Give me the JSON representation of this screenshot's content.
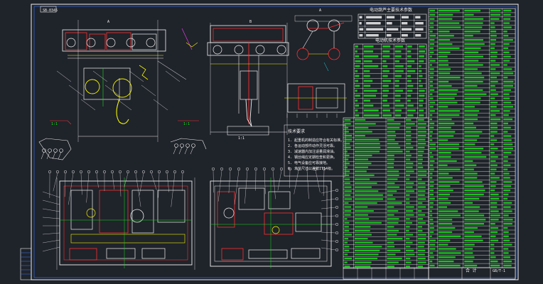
{
  "drawing": {
    "stamp": "SB-0345",
    "view_top_label": "A",
    "view_side_label": "B",
    "scale_1": "1:1",
    "scale_2": "1:1",
    "side_scale": "1:1",
    "detail_label": "A",
    "title_block": "GB/T-1",
    "notes_title": "技术要求",
    "notes": [
      "1. 起重机的制造应符合有关标准。",
      "2. 各运动部件动作灵活可靠。",
      "3. 减速器内加注适量润滑油。",
      "4. 钢丝绳应定期检查和更换。",
      "5. 电气设备应可靠接地。",
      "6. 未注尺寸公差按IT14级。"
    ],
    "table_top_title": "电动葫芦主要技术参数",
    "table_mid_title": "电动机技术参数",
    "table_bottom_label": "合 计"
  },
  "colors": {
    "background": "#1f232a",
    "primary_line": "#f2f2f2",
    "accent_red": "#ff3030",
    "accent_green": "#19e01c",
    "accent_yellow": "#f5f500",
    "accent_magenta": "#ff40ff",
    "accent_blue": "#3a78ff",
    "accent_cyan": "#00e8e8"
  }
}
